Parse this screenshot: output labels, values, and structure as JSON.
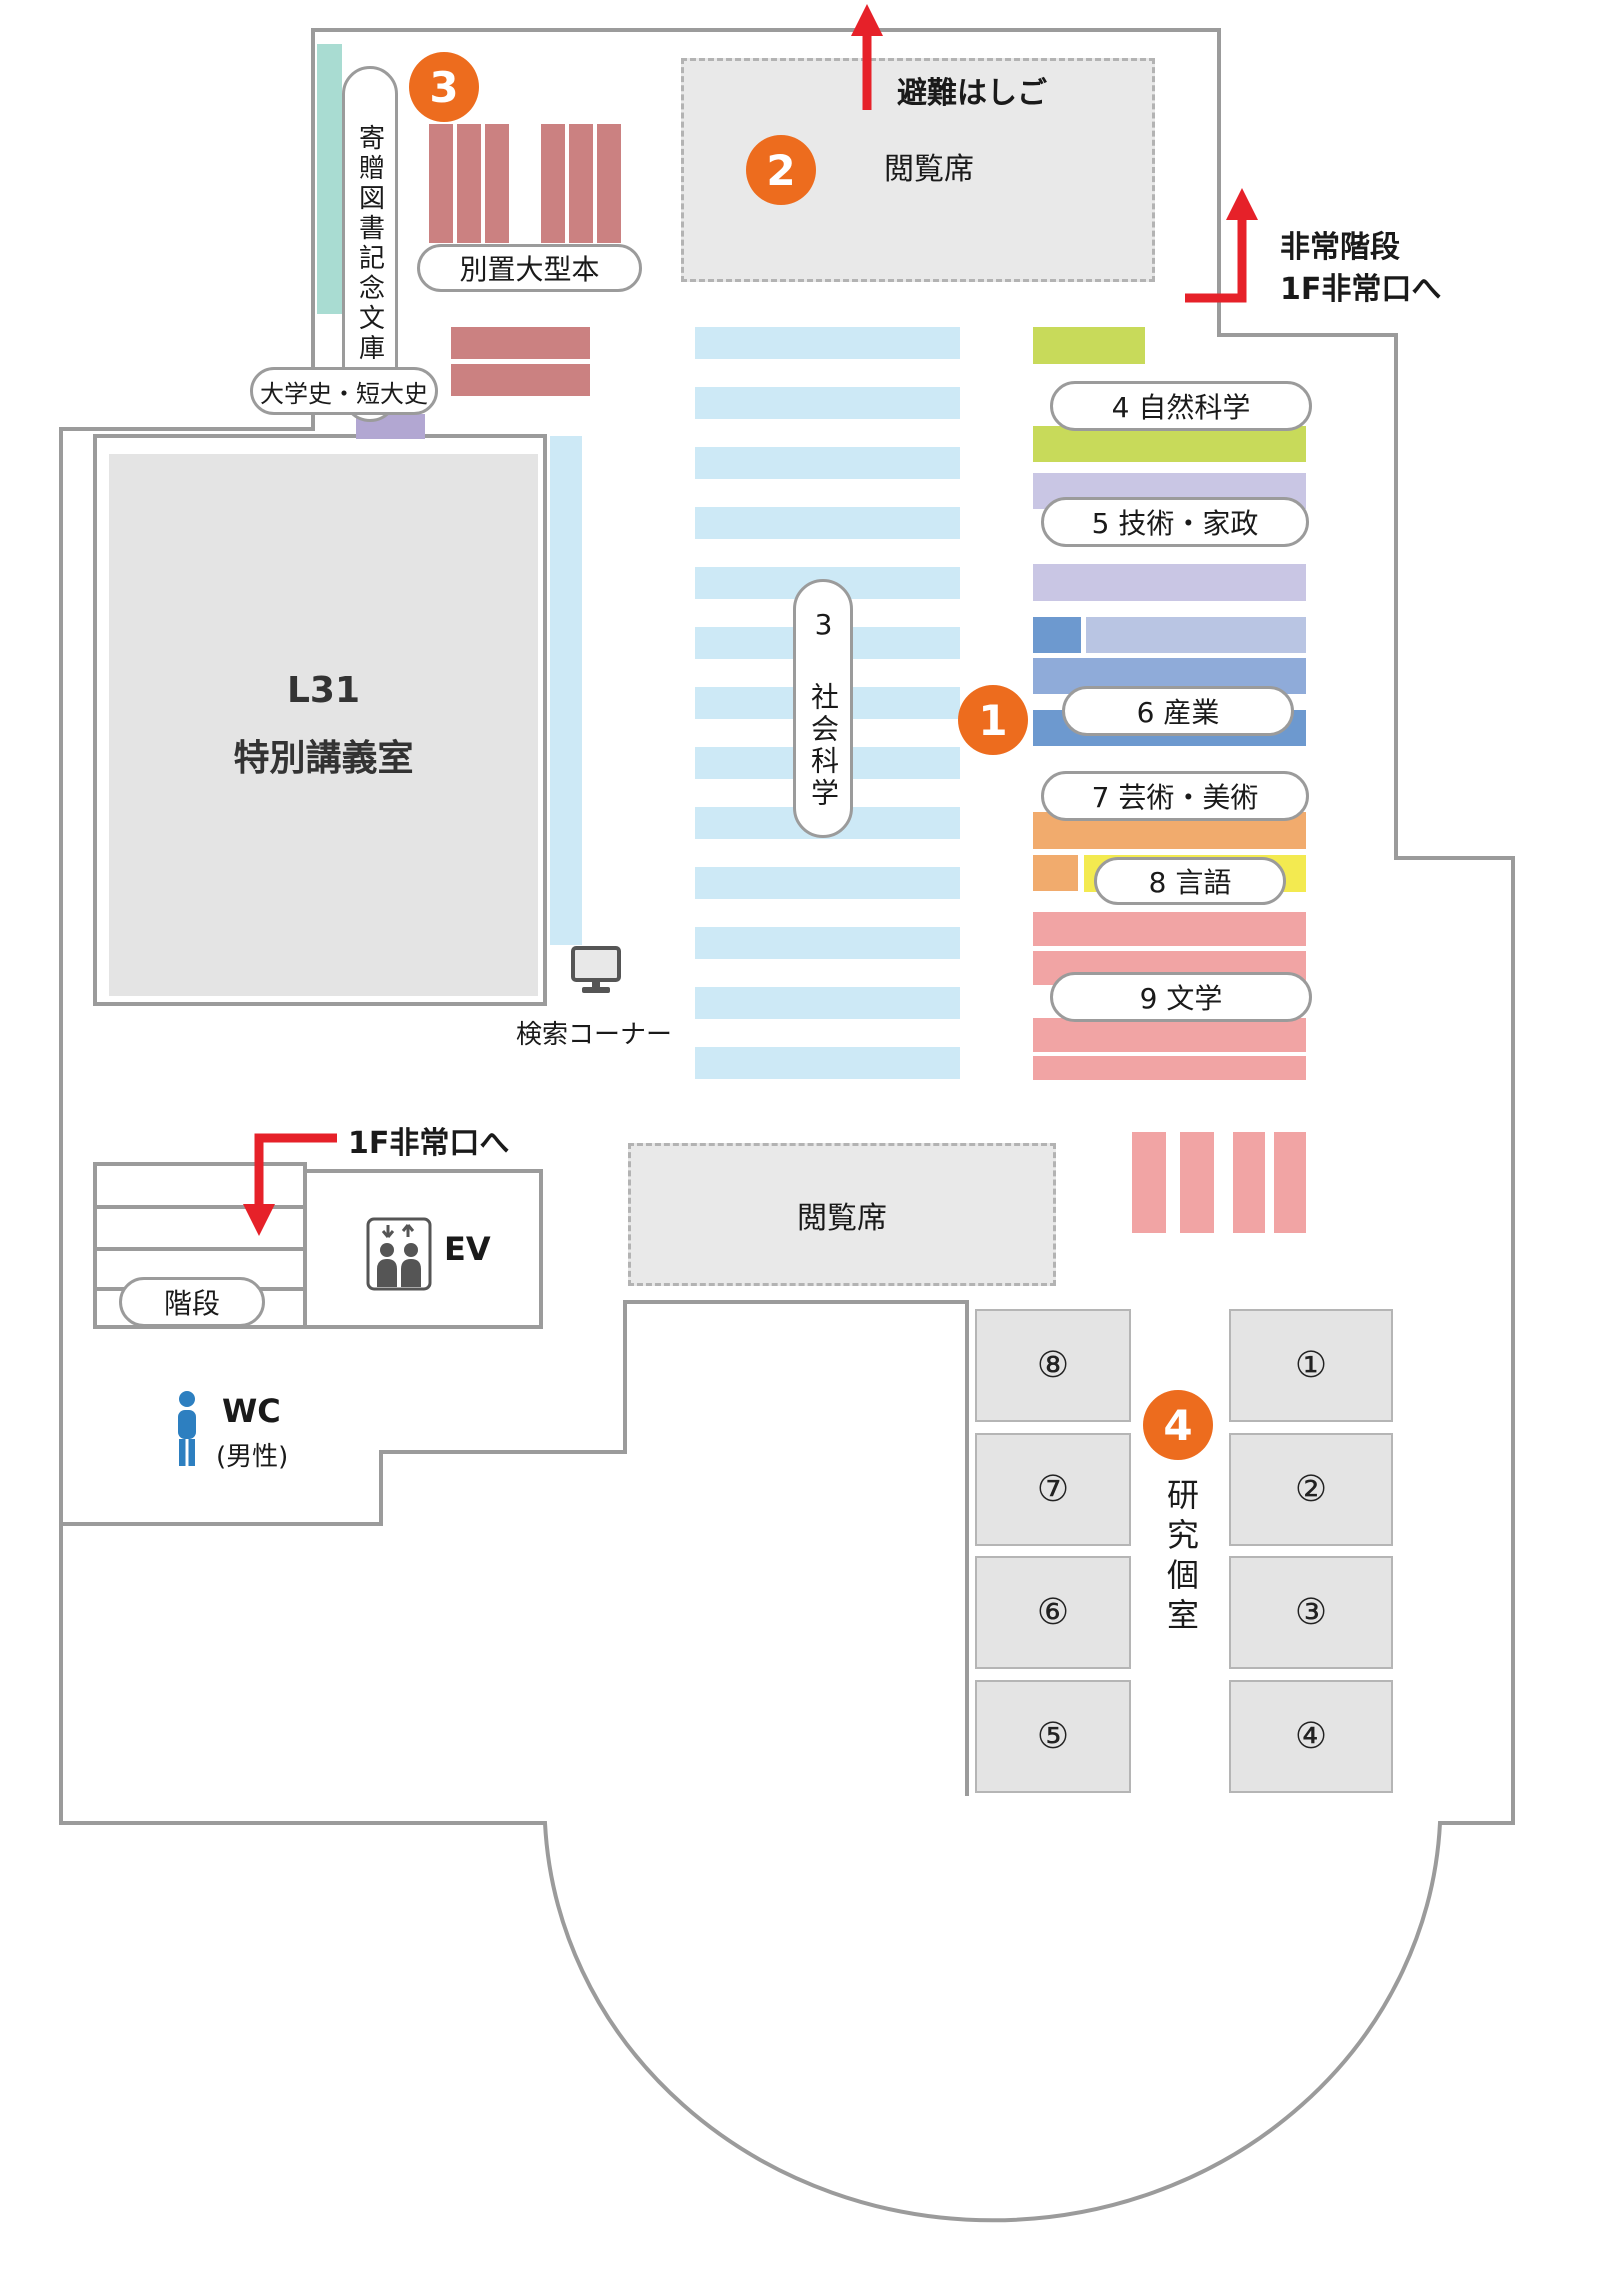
{
  "colors": {
    "wall_gray": "#9b9b9b",
    "accent_orange": "#ed6c1e",
    "arrow_red": "#e62129",
    "room_fill": "#e4e4e4",
    "text_dark": "#1a1a1a",
    "shelf_rose": "#cb8181",
    "shelf_light_blue": "#cde9f6",
    "shelf_teal": "#a9dcd2",
    "shelf_purple": "#b2a7d2",
    "shelf_green": "#c8da5a",
    "shelf_lavender": "#c9c6e4",
    "shelf_blue_dark": "#6d99cf",
    "shelf_blue_light": "#b9c5e3",
    "shelf_blue_mid": "#8fabd9",
    "shelf_orange": "#f1ab6d",
    "shelf_yellow": "#f3ea50",
    "shelf_pink": "#f1a4a4",
    "wc_blue": "#2d7fc0"
  },
  "badges": {
    "area1": "1",
    "area2": "2",
    "area3": "3",
    "area4": "4"
  },
  "top": {
    "evacuation_ladder": "避難はしご",
    "reading_seats": "閲覧席",
    "emergency_stairs": "非常階段",
    "emergency_exit_1f": "1F非常口へ"
  },
  "left": {
    "donated_books_label": "寄贈図書記念文庫",
    "large_books_label": "別置大型本",
    "university_history_label": "大学史・短大史",
    "lecture_room_line1": "L31",
    "lecture_room_line2": "特別講義室"
  },
  "center": {
    "social_science_label": "3 社会科学",
    "search_corner_label": "検索コーナー",
    "reading_seats": "閲覧席"
  },
  "right_shelves": {
    "natural_science": "4 自然科学",
    "technology_home": "5 技術・家政",
    "industry": "6 産業",
    "arts": "7 芸術・美術",
    "language": "8 言語",
    "literature": "9 文学"
  },
  "bottom_left": {
    "to_exit_1f": "1F非常口へ",
    "stairs_label": "階段",
    "elevator_label": "EV",
    "wc_label": "WC",
    "wc_sub_label": "(男性)"
  },
  "research": {
    "label": "研究個室",
    "left_rooms": [
      "⑧",
      "⑦",
      "⑥",
      "⑤"
    ],
    "right_rooms": [
      "①",
      "②",
      "③",
      "④"
    ]
  }
}
